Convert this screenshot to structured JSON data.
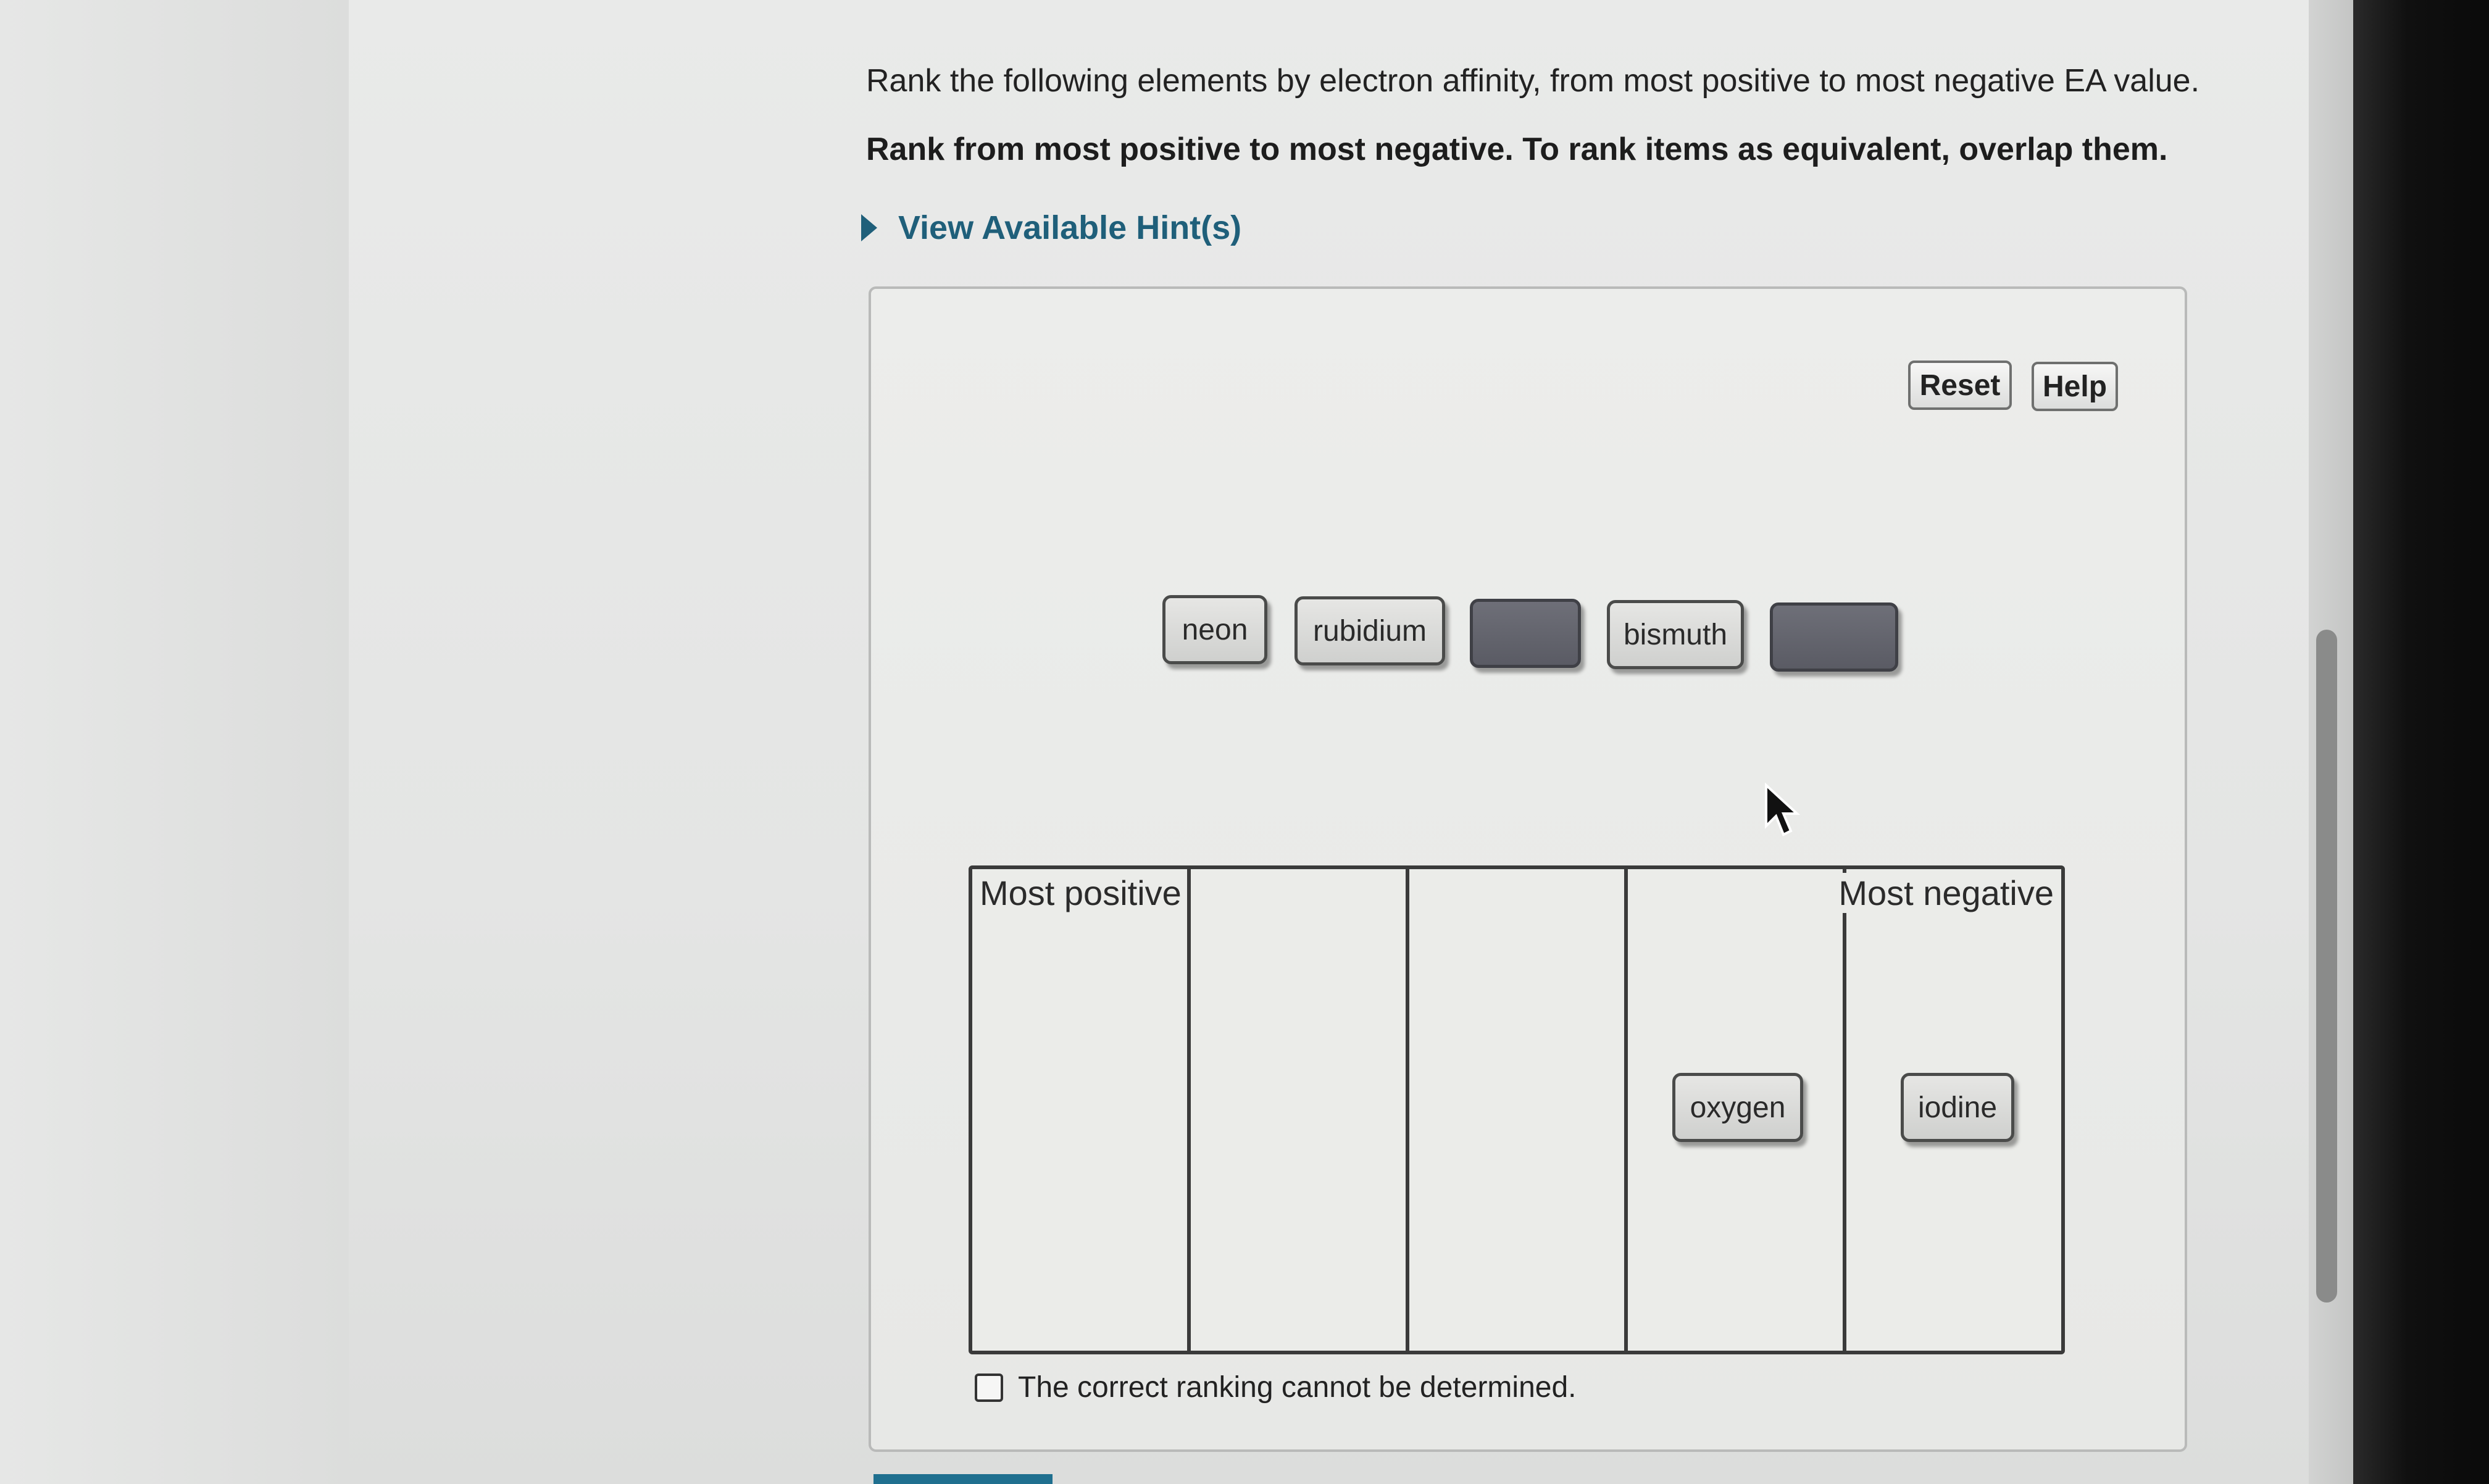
{
  "question": {
    "text": "Rank the following elements by electron affinity, from most positive to most negative EA value.",
    "instruction": "Rank from most positive to most negative. To rank items as equivalent, overlap them."
  },
  "hint": {
    "label": "View Available Hint(s)"
  },
  "toolbar": {
    "reset_label": "Reset",
    "help_label": "Help"
  },
  "tiles": [
    {
      "label": "neon"
    },
    {
      "label": "rubidium"
    },
    {
      "label": ""
    },
    {
      "label": "bismuth"
    },
    {
      "label": ""
    }
  ],
  "bins": {
    "left_label": "Most positive",
    "right_label": "Most negative",
    "placed": [
      {
        "bin": 4,
        "label": "oxygen"
      },
      {
        "bin": 5,
        "label": "iodine"
      }
    ]
  },
  "checkbox": {
    "label": "The correct ranking cannot be determined.",
    "checked": false
  }
}
